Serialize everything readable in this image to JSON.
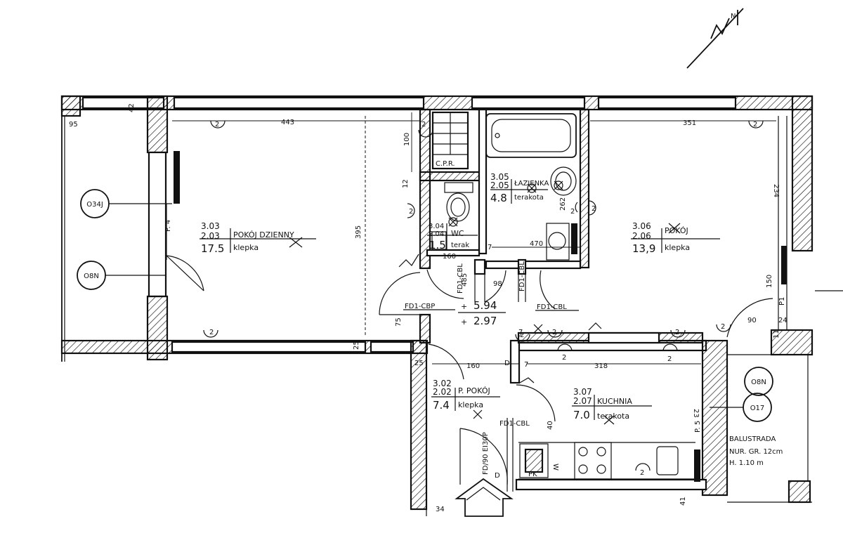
{
  "rooms": [
    {
      "id": "pokoj-dzienny",
      "code_a": "3.03",
      "code_b": "2.03",
      "name": "POKÓJ DZIENNY",
      "area": "17.5",
      "floor": "klepka"
    },
    {
      "id": "pokoj",
      "code_a": "3.06",
      "code_b": "2.06",
      "name": "POKÓJ",
      "area": "13,9",
      "floor": "klepka"
    },
    {
      "id": "lazienka",
      "code_a": "3.05",
      "code_b": "2.05",
      "name": "ŁAZIENKA",
      "area": "4.8",
      "floor": "terakota"
    },
    {
      "id": "wc",
      "code_a": "3.04",
      "code_b": "2.04",
      "name": "WC",
      "area": "1.5",
      "floor": "terak"
    },
    {
      "id": "hall",
      "area_a": "5.94",
      "area_b": "2.97"
    },
    {
      "id": "p-pokoj",
      "code_a": "3.02",
      "code_b": "2.02",
      "name": "P. POKÓJ",
      "area": "7.4",
      "floor": "klepka"
    },
    {
      "id": "kuchnia",
      "code_a": "3.07",
      "code_b": "2.07",
      "name": "KUCHNIA",
      "area": "7.0",
      "floor": "terakota"
    }
  ],
  "dimensions": {
    "d443": "443",
    "d351": "351",
    "d100": "100",
    "d395": "395",
    "d234": "234",
    "d150": "150",
    "d160": "160",
    "d318": "318",
    "d470": "470",
    "d262": "262",
    "d160b": "160",
    "d485": "485",
    "d98": "98",
    "d75": "75",
    "d25a": "25",
    "d25b": "25",
    "d90": "90",
    "d24": "24",
    "d42": "42",
    "d95": "95",
    "d12": "12",
    "d23": "23",
    "d40": "40",
    "d11": "11",
    "d7a": "7",
    "d7b": "7",
    "d7c": "7",
    "d34": "34",
    "d41": "41",
    "d2": "2"
  },
  "doors": {
    "fd1_cbp": "FD1-CBP",
    "fd1_cbl": "FD1-CBL",
    "fd1_cbl_b": "FD1-CBL",
    "fd1_cbl_k": "FD1-CBL",
    "fd1_cbl_v": "FD1-CBL",
    "fd1_cbl_v2": "FD1-CBL",
    "entrance": "FD/90 EI30P"
  },
  "tags": {
    "o34j": "O34J",
    "o8n_a": "O8N",
    "o8n_b": "O8N",
    "o17": "O17"
  },
  "labels": {
    "cpr": "C.P.R.",
    "pr4": "P. 4",
    "pr5": "P. 5",
    "pr1": "P1",
    "d_mark": "D",
    "d_mark2": "D",
    "w_mark": "W",
    "pk": "PK",
    "balustrada": "BALUSTRADA",
    "balustrada_sub": "NUR. GR. 12cm",
    "balustrada_h": "H. 1.10 m",
    "north": "N"
  },
  "sockets": [
    "2",
    "2",
    "2",
    "2",
    "2",
    "2",
    "2",
    "2",
    "2",
    "2",
    "2",
    "2",
    "2",
    "2"
  ]
}
